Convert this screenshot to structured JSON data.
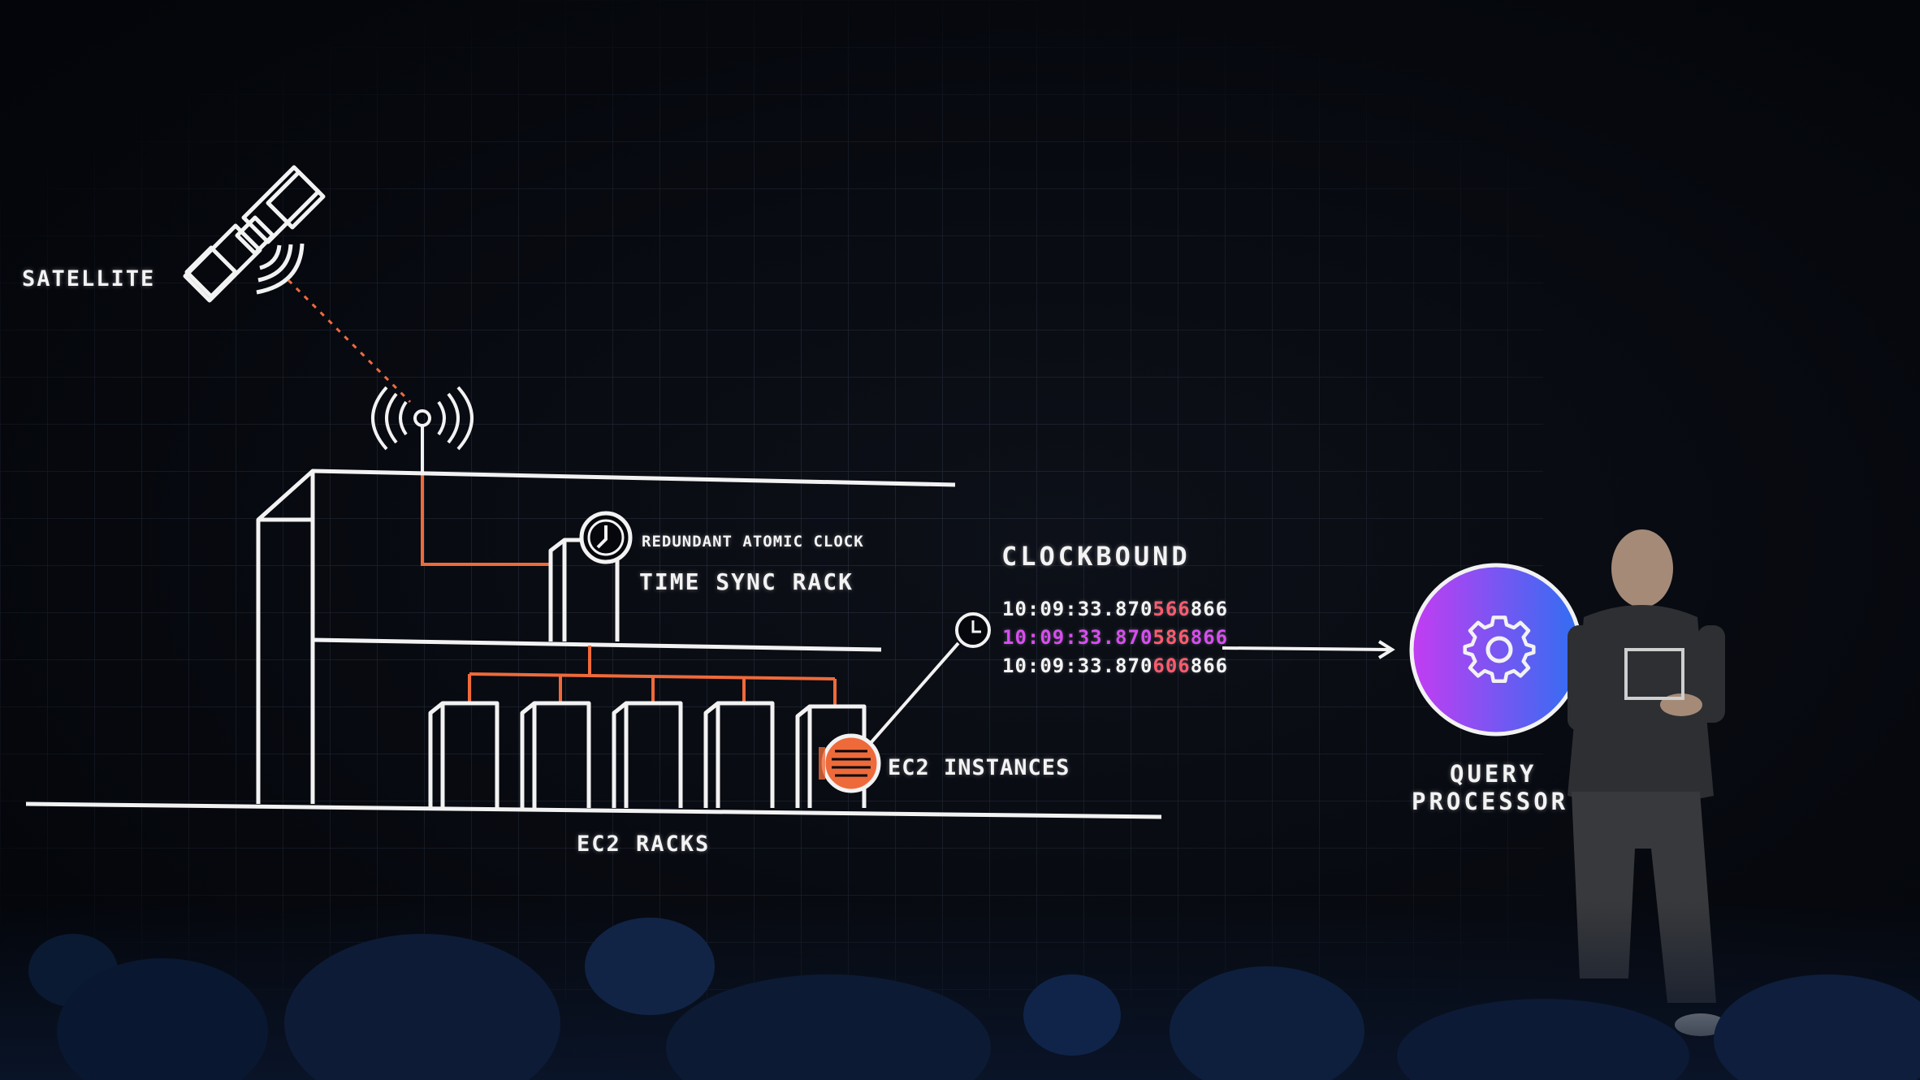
{
  "slide": {
    "satellite_label": "SATELLITE",
    "atomic_clock_label": "REDUNDANT ATOMIC CLOCK",
    "time_sync_rack_label": "TIME SYNC RACK",
    "ec2_instances_label": "EC2 INSTANCES",
    "ec2_racks_label": "EC2 RACKS",
    "clockbound_title": "CLOCKBOUND",
    "query_processor_line1": "QUERY",
    "query_processor_line2": "PROCESSOR",
    "timestamps": [
      {
        "prefix": "10:09:33.870",
        "highlight": "566",
        "suffix": "866"
      },
      {
        "prefix": "10:09:33.870",
        "highlight": "586",
        "suffix": "866"
      },
      {
        "prefix": "10:09:33.870",
        "highlight": "606",
        "suffix": "866"
      }
    ],
    "colors": {
      "line": "#f2f2f2",
      "accent_orange": "#ef6a3a",
      "highlight_red": "#ff5a6e",
      "highlight_magenta": "#d84cf0",
      "gradient_start": "#c43cf2",
      "gradient_end": "#2f6ff2"
    },
    "icons": [
      "satellite-icon",
      "antenna-icon",
      "clock-icon",
      "server-icon",
      "gear-icon"
    ]
  }
}
